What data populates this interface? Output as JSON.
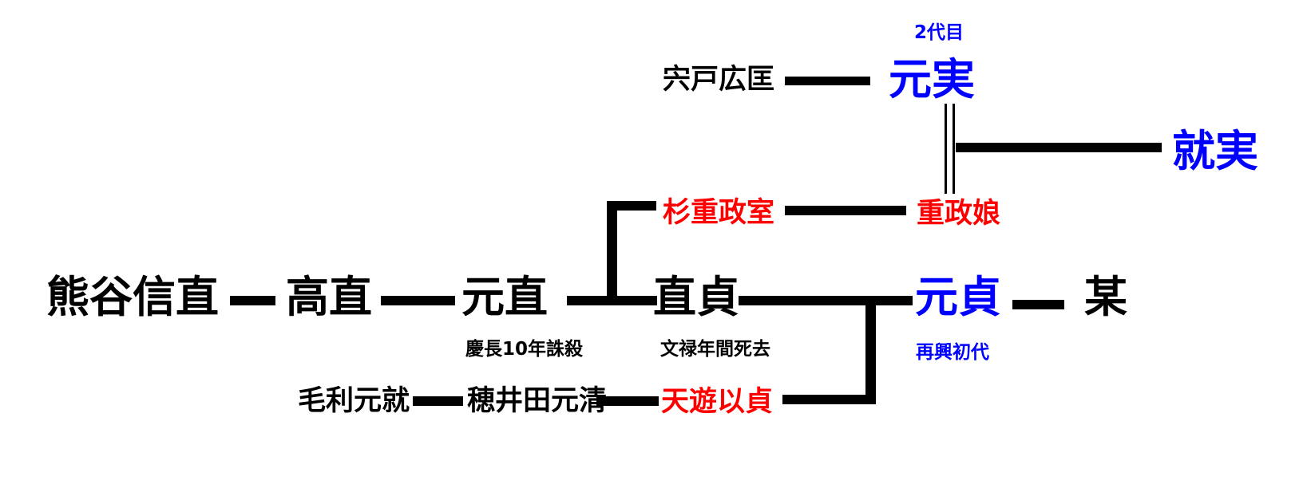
{
  "colors": {
    "default_text": "#000000",
    "lineage_blue": "#0000ff",
    "female_red": "#ff0000",
    "line": "#000000",
    "background": "#ffffff"
  },
  "people": {
    "kumagai_nobunao": {
      "name": "熊谷信直"
    },
    "takanao": {
      "name": "高直"
    },
    "motonao": {
      "name": "元直",
      "note": "慶長10年誅殺"
    },
    "naosada": {
      "name": "直貞",
      "note": "文禄年間死去"
    },
    "motosada": {
      "name": "元貞",
      "note": "再興初代"
    },
    "bou": {
      "name": "某"
    },
    "motozane": {
      "name": "元実",
      "note": "2代目"
    },
    "narizane": {
      "name": "就実"
    },
    "shishido_hiromasa": {
      "name": "宍戸広匡"
    },
    "sugi_shigemasa_wife": {
      "name": "杉重政室"
    },
    "shigemasa_daughter": {
      "name": "重政娘"
    },
    "mouri_motonari": {
      "name": "毛利元就"
    },
    "hoida_motokiyo": {
      "name": "穂井田元清"
    },
    "tenyu_itei": {
      "name": "天遊以貞"
    }
  },
  "edges": [
    {
      "a": "宍戸広匡",
      "b": "元実",
      "line": "single"
    },
    {
      "a": "元実",
      "b": "重政娘",
      "line": "double"
    },
    {
      "a": "元実",
      "b": "就実",
      "line": "single"
    },
    {
      "a": "元直",
      "b": "杉重政室",
      "line": "single"
    },
    {
      "a": "杉重政室",
      "b": "重政娘",
      "line": "single"
    },
    {
      "a": "熊谷信直",
      "b": "高直",
      "line": "single"
    },
    {
      "a": "高直",
      "b": "元直",
      "line": "single"
    },
    {
      "a": "元直",
      "b": "直貞",
      "line": "single"
    },
    {
      "a": "直貞",
      "b": "元貞",
      "line": "single"
    },
    {
      "a": "元貞",
      "b": "某",
      "line": "single"
    },
    {
      "a": "直貞",
      "b": "天遊以貞",
      "line": "single"
    },
    {
      "a": "毛利元就",
      "b": "穂井田元清",
      "line": "single"
    },
    {
      "a": "穂井田元清",
      "b": "天遊以貞",
      "line": "single"
    }
  ]
}
